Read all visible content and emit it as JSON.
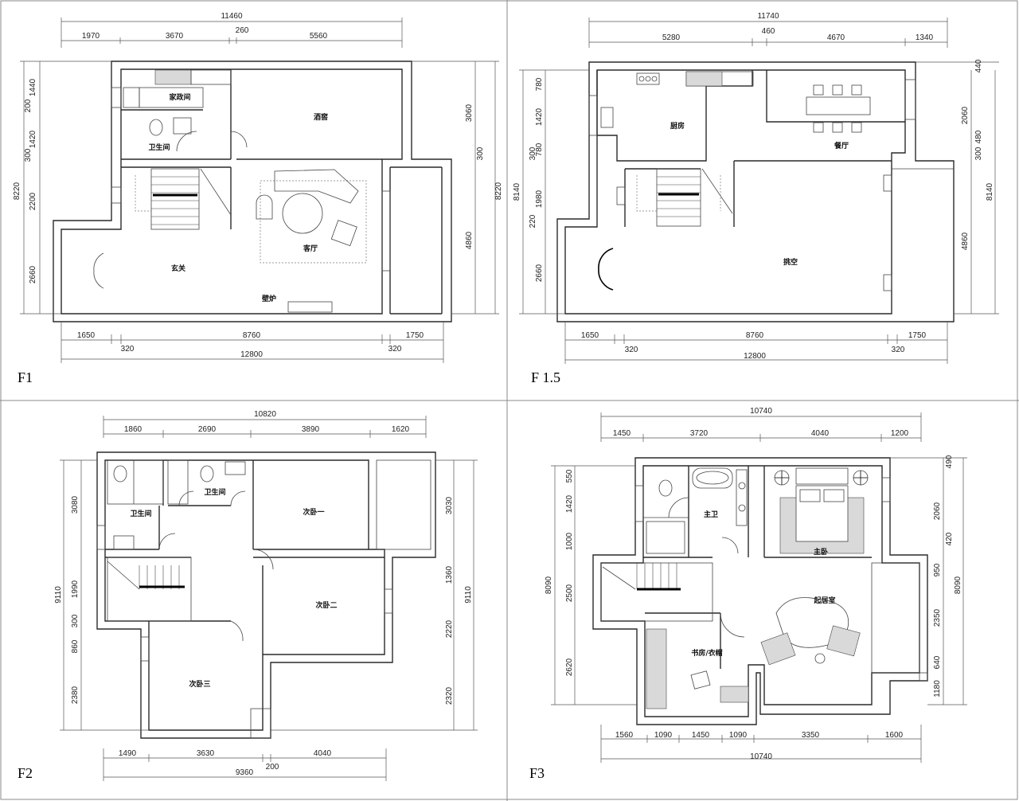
{
  "floors": [
    {
      "label": "F1",
      "top_dims": {
        "total": "11460",
        "parts": [
          "1970",
          "3670",
          "260",
          "5560"
        ]
      },
      "bottom_dims": {
        "total": "12800",
        "parts": [
          "1650",
          "320",
          "8760",
          "320",
          "1750"
        ]
      },
      "left_dims": {
        "total": "8220",
        "parts": [
          "1440",
          "200",
          "1420",
          "300",
          "2200",
          "2660"
        ]
      },
      "right_dims": {
        "total": "8220",
        "parts": [
          "3060",
          "300",
          "4860"
        ]
      },
      "rooms": [
        "家政间",
        "卫生间",
        "酒窖",
        "客厅",
        "玄关",
        "壁炉"
      ]
    },
    {
      "label": "F 1.5",
      "top_dims": {
        "total": "11740",
        "parts": [
          "5280",
          "460",
          "4670",
          "1340"
        ]
      },
      "bottom_dims": {
        "total": "12800",
        "parts": [
          "1650",
          "320",
          "8760",
          "320",
          "1750"
        ]
      },
      "left_dims": {
        "total": "8140",
        "parts": [
          "780",
          "1420",
          "300",
          "780",
          "1980",
          "220",
          "2660"
        ]
      },
      "right_dims": {
        "total": "8140",
        "parts": [
          "440",
          "2060",
          "300",
          "480",
          "4860"
        ]
      },
      "rooms": [
        "厨房",
        "餐厅",
        "挑空"
      ]
    },
    {
      "label": "F2",
      "top_dims": {
        "total": "10820",
        "parts": [
          "1860",
          "2690",
          "3890",
          "1620"
        ]
      },
      "bottom_dims": {
        "total": "9360",
        "parts": [
          "1490",
          "3630",
          "4040",
          "200"
        ]
      },
      "left_dims": {
        "total": "9110",
        "parts": [
          "3080",
          "1990",
          "300",
          "860",
          "2380"
        ]
      },
      "right_dims": {
        "total": "9110",
        "parts": [
          "3030",
          "1360",
          "2220",
          "2320"
        ]
      },
      "rooms": [
        "卫生间",
        "卫生间",
        "次卧一",
        "次卧二",
        "次卧三"
      ]
    },
    {
      "label": "F3",
      "top_dims": {
        "total": "10740",
        "parts": [
          "1450",
          "3720",
          "4040",
          "1200"
        ]
      },
      "bottom_dims": {
        "total": "10740",
        "parts": [
          "1560",
          "1090",
          "1450",
          "1090",
          "3350",
          "1600"
        ]
      },
      "left_dims": {
        "total": "8090",
        "parts": [
          "550",
          "1420",
          "1000",
          "2500",
          "2620"
        ]
      },
      "right_dims": {
        "total": "8090",
        "parts": [
          "490",
          "2060",
          "420",
          "950",
          "2350",
          "640",
          "1180"
        ]
      },
      "rooms": [
        "主卫",
        "主卧",
        "起居室",
        "书房/衣帽"
      ]
    }
  ]
}
